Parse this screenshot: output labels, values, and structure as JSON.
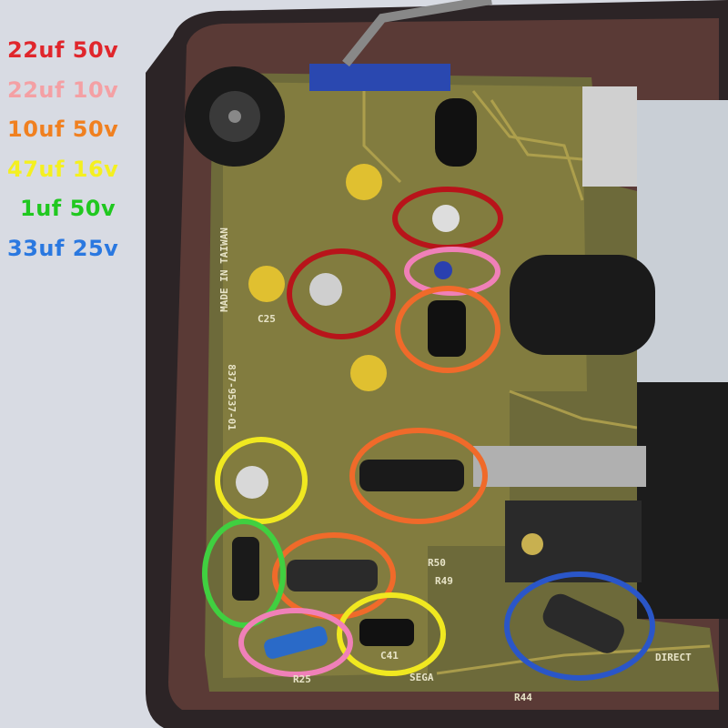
{
  "legend": [
    {
      "label": "22uf 50v",
      "color": "#e0262c"
    },
    {
      "label": "22uf 10v",
      "color": "#f4a0a4"
    },
    {
      "label": "10uf 50v",
      "color": "#f08020"
    },
    {
      "label": "47uf 16v",
      "color": "#f4f020"
    },
    {
      "label": "1uf 50v",
      "color": "#20c820"
    },
    {
      "label": "33uf 25v",
      "color": "#2a78e0"
    }
  ],
  "markers": [
    {
      "group": "22uf 50v",
      "color": "#b8141a"
    },
    {
      "group": "22uf 50v",
      "color": "#b8141a"
    },
    {
      "group": "22uf 10v",
      "color": "#f080b8"
    },
    {
      "group": "10uf 50v",
      "color": "#f06a2a"
    },
    {
      "group": "10uf 50v",
      "color": "#f06a2a"
    },
    {
      "group": "10uf 50v",
      "color": "#f06a2a"
    },
    {
      "group": "47uf 16v",
      "color": "#f0e820"
    },
    {
      "group": "47uf 16v",
      "color": "#f0e820"
    },
    {
      "group": "1uf 50v",
      "color": "#40d040"
    },
    {
      "group": "22uf 10v",
      "color": "#f080b8"
    },
    {
      "group": "33uf 25v",
      "color": "#2a56c8"
    }
  ],
  "silkscreen": {
    "made_in": "MADE IN TAIWAN",
    "part_number": "837-9537-01",
    "brand": "SEGA",
    "direct": "DIRECT",
    "c25": "C25",
    "c41": "C41",
    "r44": "R44",
    "r25": "R25",
    "r49": "R49",
    "r50": "R50"
  }
}
